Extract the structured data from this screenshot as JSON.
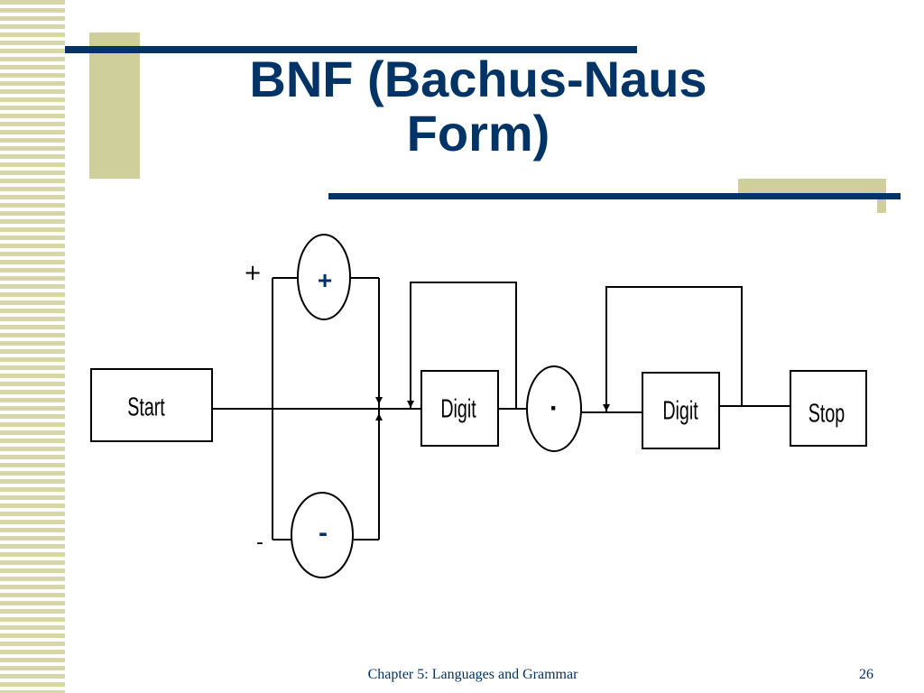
{
  "slide": {
    "title": "BNF (Bachus-Naus Form)",
    "footer": "Chapter 5: Languages and Grammar",
    "page_number": "26"
  },
  "diagram": {
    "start_label": "Start",
    "digit_label_1": "Digit",
    "digit_label_2": "Digit",
    "stop_label": "Stop",
    "plus_circle_label": "+",
    "minus_circle_label": "-",
    "dot_circle_label": "·",
    "plus_side_label": "+",
    "minus_side_label": "-"
  },
  "colors": {
    "title": "#003366",
    "accent_lines": "#003366",
    "decor": "#cfcf9c",
    "stripes": "#d6d6a8"
  }
}
